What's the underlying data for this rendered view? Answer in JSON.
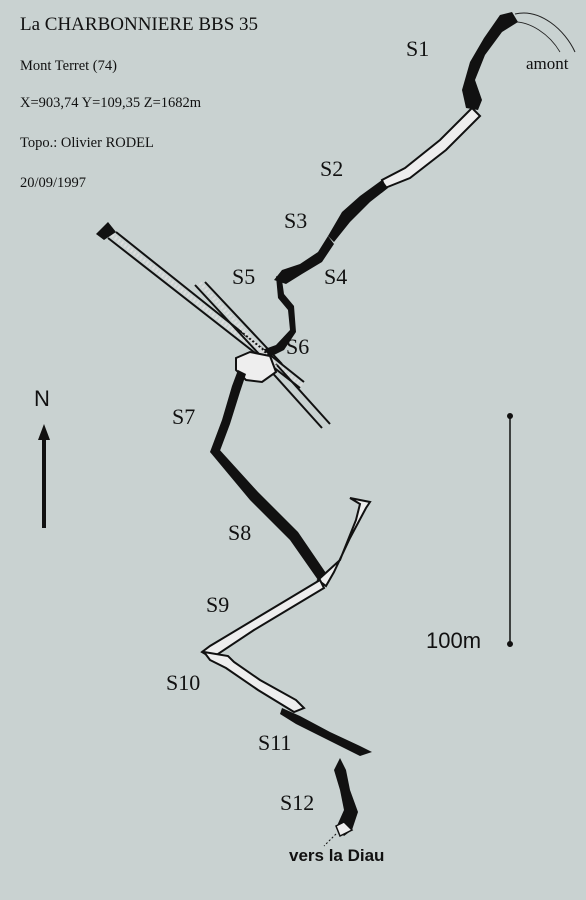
{
  "title": "La CHARBONNIERE BBS 35",
  "location": "Mont Terret (74)",
  "coordinates": "X=903,74  Y=109,35   Z=1682m",
  "survey": "Topo.: Olivier RODEL",
  "date": "20/09/1997",
  "north_label": "N",
  "scale_label": "100m",
  "upstream_label": "amont",
  "downstream_label": "vers la Diau",
  "sumps": [
    "S1",
    "S2",
    "S3",
    "S4",
    "S5",
    "S6",
    "S7",
    "S8",
    "S9",
    "S10",
    "S11",
    "S12"
  ]
}
